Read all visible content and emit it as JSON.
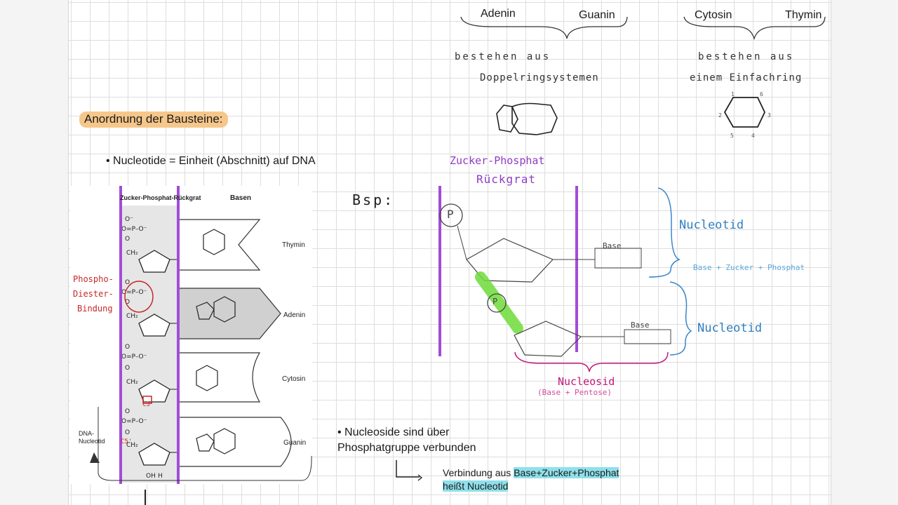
{
  "top": {
    "adenin": "Adenin",
    "guanin": "Guanin",
    "cytosin": "Cytosin",
    "thymin": "Thymin",
    "purine_note_1": "bestehen aus",
    "purine_note_2": "Doppelringsystemen",
    "pyrimidine_note_1": "bestehen aus",
    "pyrimidine_note_2": "einem Einfachring",
    "ring_numbers": [
      "1",
      "6",
      "2",
      "3",
      "5",
      "4"
    ]
  },
  "section": {
    "title": "Anordnung der Bausteine:"
  },
  "bullet1": {
    "text": "• Nucleotide = Einheit (Abschnitt) auf DNA"
  },
  "figure": {
    "header_backbone": "Zucker-Phosphat-Rückgrat",
    "header_bases": "Basen",
    "bases": [
      "Thymin",
      "Adenin",
      "Cytosin",
      "Guanin"
    ],
    "dna_label": "DNA-Nucleotid",
    "phospho_note": [
      "Phospho-",
      "Diester-",
      "Bindung"
    ],
    "c3_mark": "C3'",
    "c5_mark": "C5'"
  },
  "example": {
    "bsp": "Bsp:",
    "backbone_1": "Zucker-Phosphat",
    "backbone_2": "Rückgrat",
    "phosphate_1": "P",
    "phosphate_2": "P",
    "base_1": "Base",
    "base_2": "Base",
    "nucleotid_1": "Nucleotid",
    "nucleotid_2": "Nucleotid",
    "formula": "Base + Zucker + Phosphat",
    "nucleosid": "Nucleosid",
    "nucleosid_sub": "(Base + Pentose)"
  },
  "bullet2": {
    "line1": "• Nucleoside sind über",
    "line2": "Phosphatgruppe verbunden"
  },
  "connection": {
    "prefix": "Verbindung aus ",
    "highlight1": "Base+Zucker+Phosphat",
    "highlight2": "heißt Nucleotid"
  },
  "colors": {
    "purple": "#a24cd9",
    "blue": "#3a86c8",
    "magenta": "#c2187a",
    "red": "#c62828",
    "green": "#6fdc3a",
    "orange_highlight": "#f6c78a",
    "cyan_highlight": "#8fe0ea"
  }
}
